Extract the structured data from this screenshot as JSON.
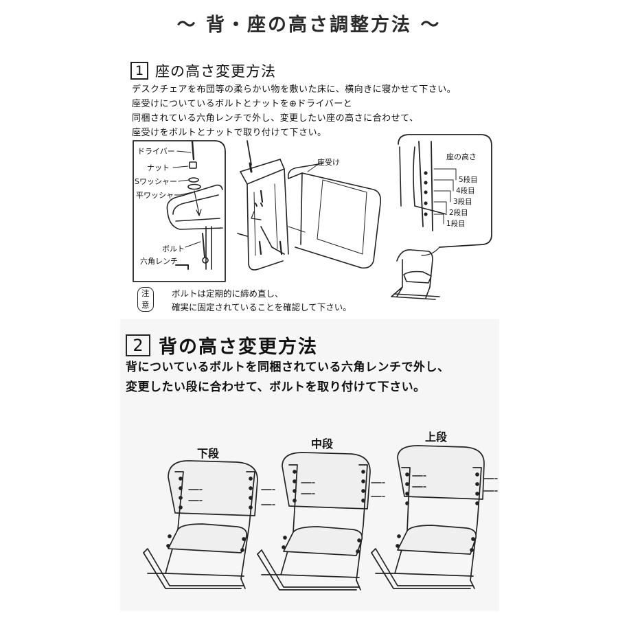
{
  "title": "〜 背・座の高さ調整方法 〜",
  "section1": {
    "number": "1",
    "heading": "座の高さ変更方法",
    "lines": [
      "デスクチェアを布団等の柔らかい物を敷いた床に、横向きに寝かせて下さい。",
      "座受けについているボルトとナットを⊕ドライバーと",
      "同梱されている六角レンチで外し、変更したい座の高さに合わせて、",
      "座受けをボルトとナットで取り付けて下さい。"
    ],
    "parts": {
      "driver": "ドライバー",
      "nut": "ナット",
      "s_washer": "Sワッシャー",
      "flat_washer": "平ワッシャー",
      "bolt": "ボルト",
      "hex_wrench": "六角レンチ",
      "seat_receiver": "座受け"
    },
    "seat_height": {
      "label": "座の高さ",
      "levels": [
        "5段目",
        "4段目",
        "3段目",
        "2段目",
        "1段目"
      ]
    },
    "note": {
      "badge": "注意",
      "line1": "ボルトは定期的に締め直し、",
      "line2": "確実に固定されていることを確認して下さい。"
    }
  },
  "section2": {
    "number": "2",
    "heading": "背の高さ変更方法",
    "lines": [
      "背についているボルトを同梱されている六角レンチで外し、",
      "変更したい段に合わせて、ボルトを取り付けて下さい。"
    ],
    "positions": [
      "下段",
      "中段",
      "上段"
    ]
  }
}
